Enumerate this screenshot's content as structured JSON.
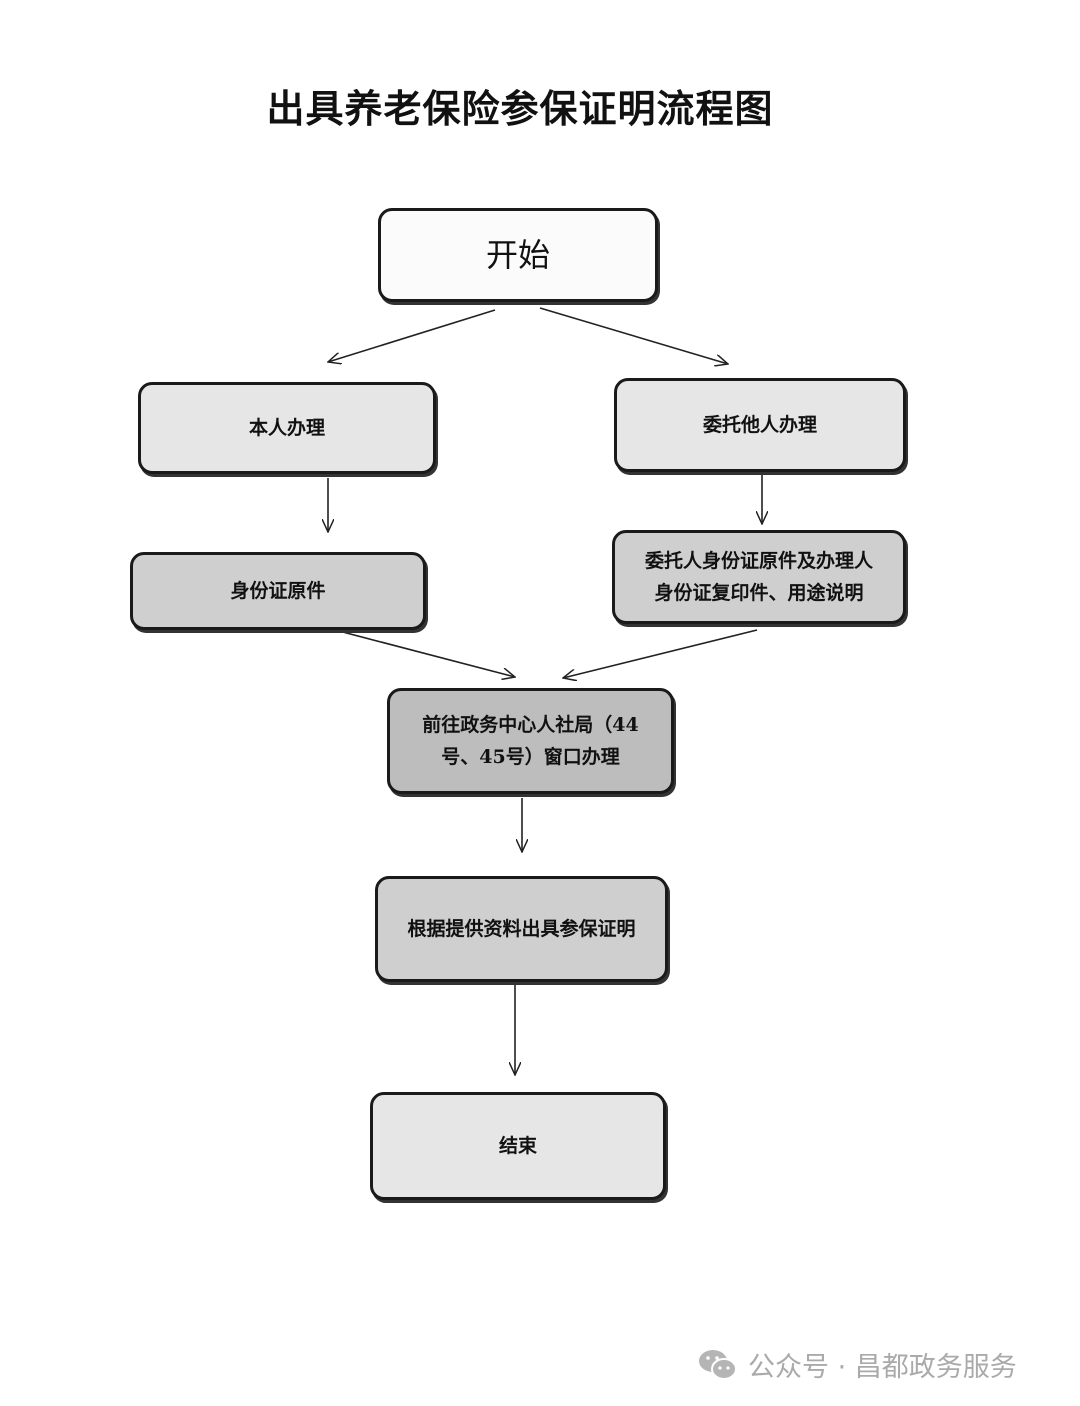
{
  "title": "出具养老保险参保证明流程图",
  "nodes": {
    "start": "开始",
    "self": "本人办理",
    "delegate": "委托他人办理",
    "id_original": "身份证原件",
    "delegate_docs_1": "委托人身份证原件及办理人",
    "delegate_docs_2": "身份证复印件、用途说明",
    "go_center_1": "前往政务中心人社局（44",
    "go_center_2": "号、45号）窗口办理",
    "issue": "根据提供资料出具参保证明",
    "end": "结束"
  },
  "watermark": {
    "icon": "wechat-icon",
    "text": "公众号 · 昌都政务服务"
  }
}
